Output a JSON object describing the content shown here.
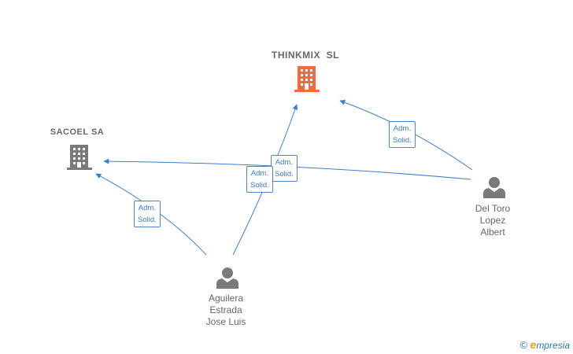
{
  "nodes": {
    "thinkmix": {
      "name": "THINKMIX  SL",
      "type": "company",
      "color": "#f26b3a",
      "icon": "building-icon"
    },
    "sacoel": {
      "name": "SACOEL SA",
      "type": "company",
      "color": "#7a7a7a",
      "icon": "building-icon"
    },
    "deltoro": {
      "name_lines": [
        "Del Toro",
        "Lopez",
        "Albert"
      ],
      "type": "person",
      "color": "#7a7a7a",
      "icon": "person-icon"
    },
    "aguilera": {
      "name_lines": [
        "Aguilera",
        "Estrada",
        "Jose Luis"
      ],
      "type": "person",
      "color": "#7a7a7a",
      "icon": "person-icon"
    }
  },
  "edges": [
    {
      "from": "deltoro",
      "to": "thinkmix",
      "label_lines": [
        "Adm.",
        "Solid."
      ]
    },
    {
      "from": "deltoro",
      "to": "sacoel",
      "label_lines": [
        "Adm.",
        "Solid."
      ]
    },
    {
      "from": "aguilera",
      "to": "sacoel",
      "label_lines": [
        "Adm.",
        "Solid."
      ]
    },
    {
      "from": "aguilera",
      "to": "thinkmix",
      "label_lines": [
        "Adm.",
        "Solid."
      ]
    }
  ],
  "footer": {
    "copyright_symbol": "©",
    "brand_first": "e",
    "brand_rest": "mpresia"
  },
  "colors": {
    "edge": "#3b7fcf",
    "edge_label_border": "#4a86d0",
    "company_highlight": "#f26b3a",
    "neutral": "#7a7a7a"
  }
}
